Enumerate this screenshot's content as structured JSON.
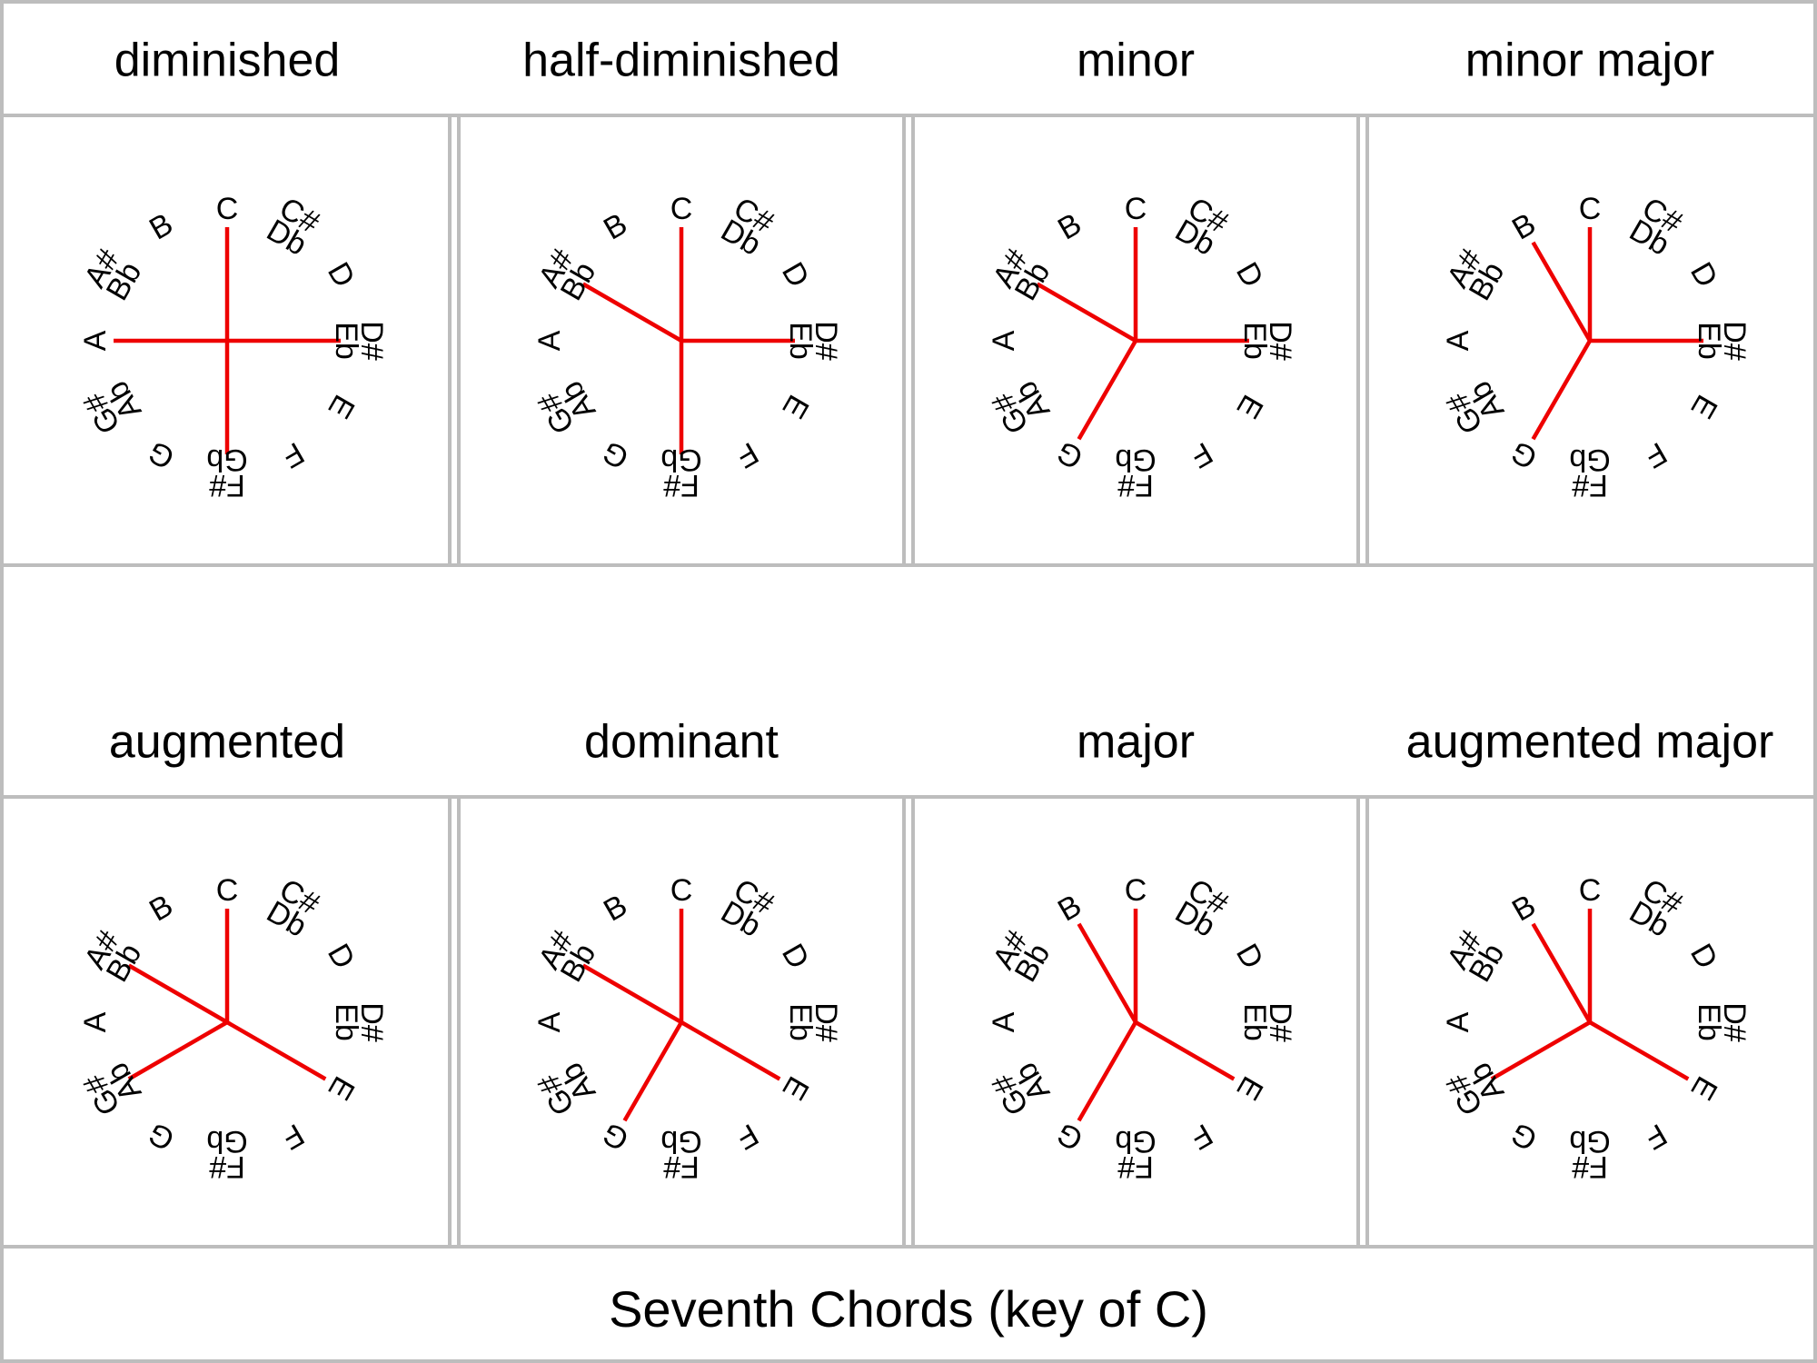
{
  "footer_title": "Seventh Chords (key of C)",
  "notes": [
    {
      "id": "c",
      "lines": [
        "C"
      ]
    },
    {
      "id": "cs",
      "lines": [
        "C#",
        "Db"
      ]
    },
    {
      "id": "d",
      "lines": [
        "D"
      ]
    },
    {
      "id": "ds",
      "lines": [
        "D#",
        "Eb"
      ]
    },
    {
      "id": "e",
      "lines": [
        "E"
      ]
    },
    {
      "id": "f",
      "lines": [
        "F"
      ]
    },
    {
      "id": "fs",
      "lines": [
        "F#",
        "Gb"
      ]
    },
    {
      "id": "g",
      "lines": [
        "G"
      ]
    },
    {
      "id": "gs",
      "lines": [
        "G#",
        "Ab"
      ]
    },
    {
      "id": "a",
      "lines": [
        "A"
      ]
    },
    {
      "id": "as",
      "lines": [
        "A#",
        "Bb"
      ]
    },
    {
      "id": "b",
      "lines": [
        "B"
      ]
    }
  ],
  "chords": [
    {
      "name": "diminished",
      "semitones": [
        0,
        3,
        6,
        9
      ]
    },
    {
      "name": "half-diminished",
      "semitones": [
        0,
        3,
        6,
        10
      ]
    },
    {
      "name": "minor",
      "semitones": [
        0,
        3,
        7,
        10
      ]
    },
    {
      "name": "minor major",
      "semitones": [
        0,
        3,
        7,
        11
      ]
    },
    {
      "name": "augmented",
      "semitones": [
        0,
        4,
        8,
        10
      ]
    },
    {
      "name": "dominant",
      "semitones": [
        0,
        4,
        7,
        10
      ]
    },
    {
      "name": "major",
      "semitones": [
        0,
        4,
        7,
        11
      ]
    },
    {
      "name": "augmented major",
      "semitones": [
        0,
        4,
        8,
        11
      ]
    }
  ],
  "colors": {
    "line": "#ee0000",
    "border": "#bdbdbd",
    "text": "#000000"
  }
}
